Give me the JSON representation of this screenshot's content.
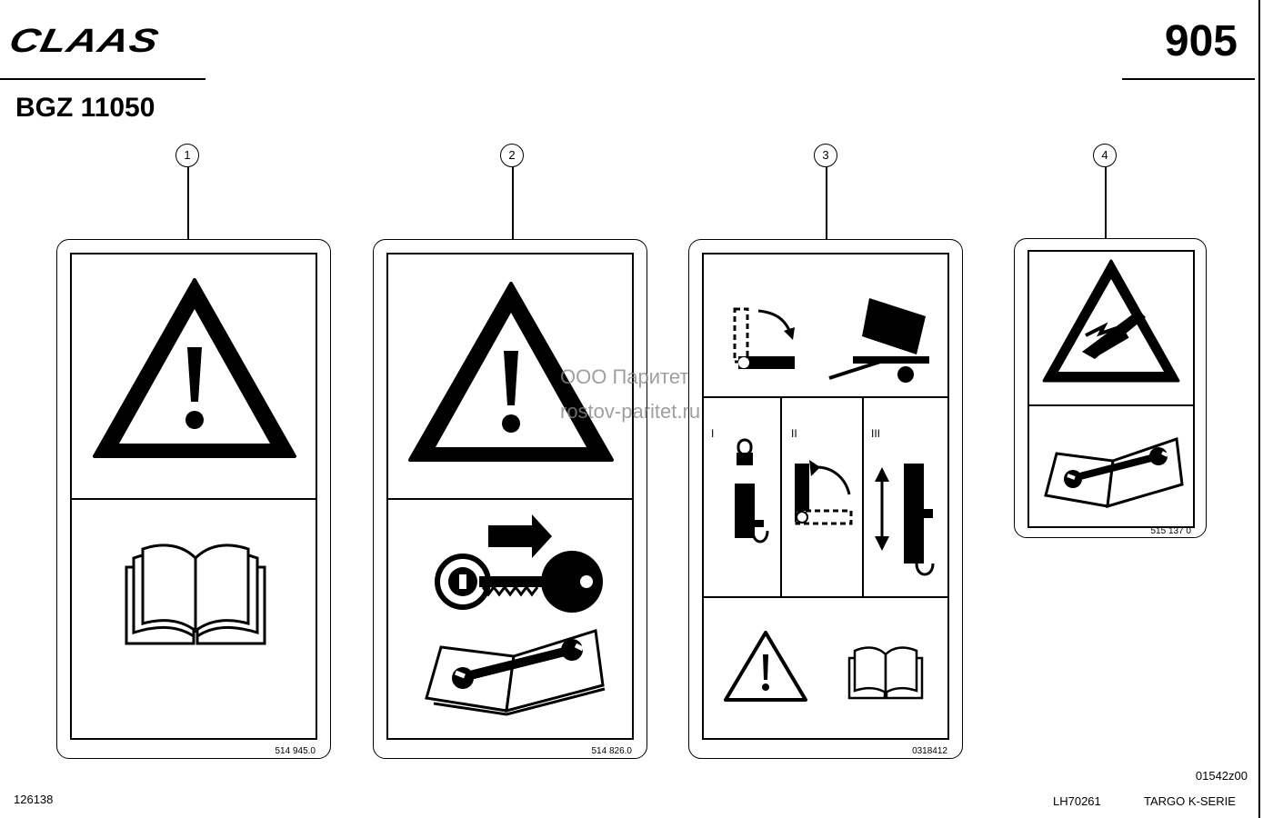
{
  "header": {
    "brand": "CLAAS",
    "page_number": "905",
    "model": "BGZ 11050"
  },
  "decals": [
    {
      "callout": "1",
      "part_number": "514 945.0"
    },
    {
      "callout": "2",
      "part_number": "514 826.0"
    },
    {
      "callout": "3",
      "part_number": "0318412",
      "step_labels": [
        "I",
        "II",
        "III"
      ]
    },
    {
      "callout": "4",
      "part_number": "515 137 0"
    }
  ],
  "watermark": {
    "line1": "ООО Паритет",
    "line2": "rostov-paritet.ru"
  },
  "footer": {
    "drawing_code": "01542z00",
    "ref_left": "126138",
    "ref_mid": "LH70261",
    "series": "TARGO K-SERIE"
  }
}
